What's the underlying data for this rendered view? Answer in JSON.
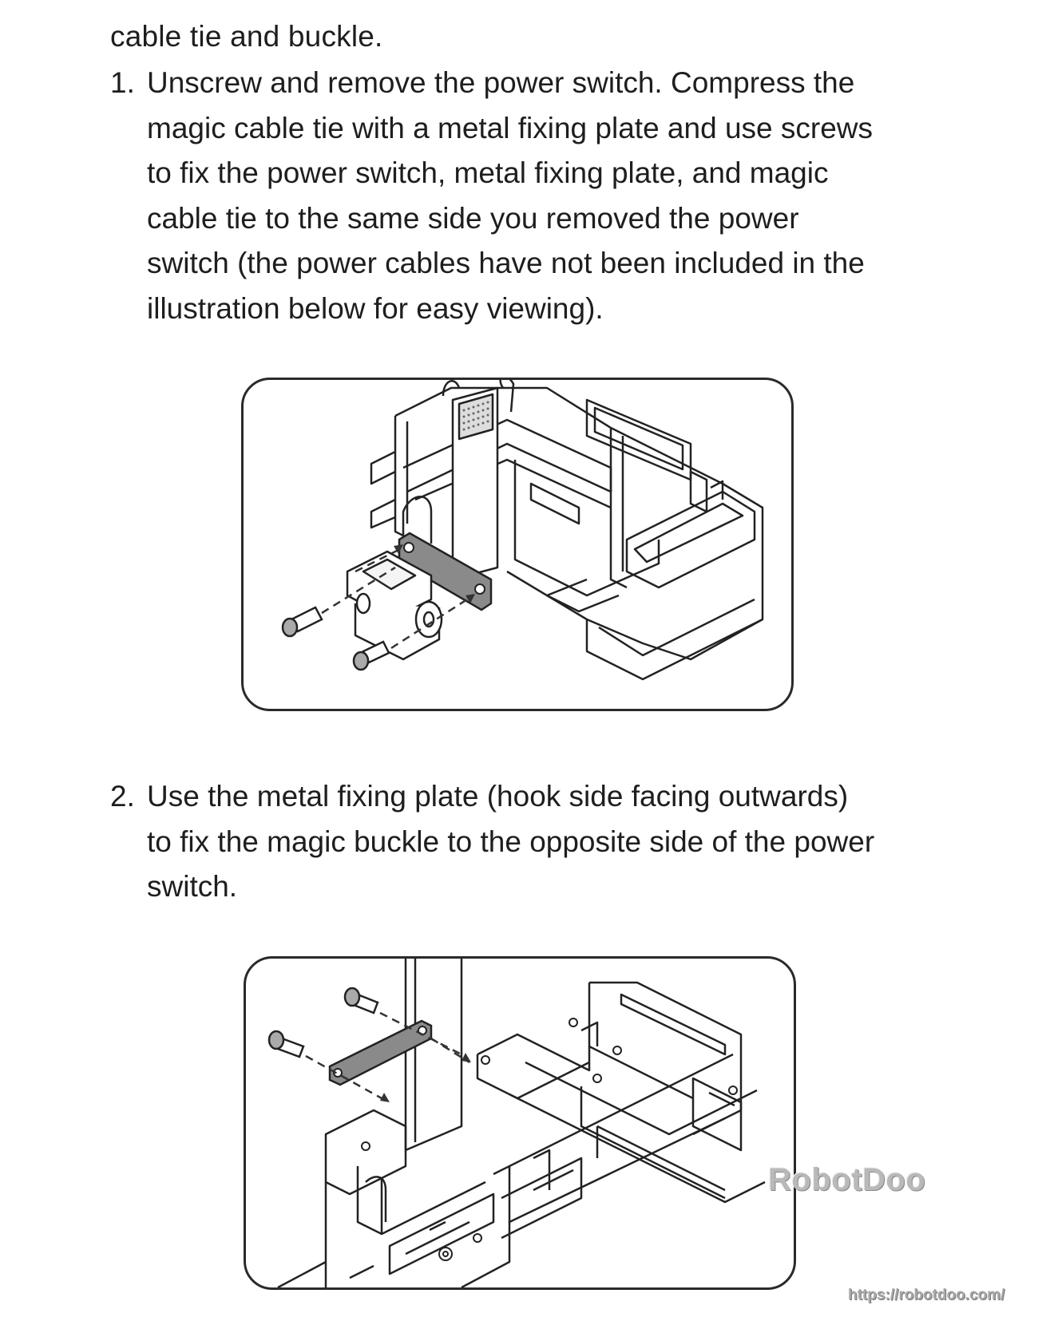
{
  "intro_text": "cable tie and buckle.",
  "steps": [
    {
      "number": "1.",
      "lines": [
        "Unscrew and remove the power switch. Compress the",
        "magic cable tie with a metal fixing plate and use screws",
        "to fix the power switch, metal fixing plate, and magic",
        "cable tie to the same side you removed the power",
        "switch (the power cables have not been included in the",
        "illustration below for easy viewing)."
      ]
    },
    {
      "number": "2.",
      "lines": [
        "Use the metal fixing plate (hook side facing outwards)",
        "to fix the magic buckle to the opposite side of the power",
        "switch."
      ]
    }
  ],
  "watermark": {
    "brand": "RobotDoo",
    "url": "https://robotdoo.com/"
  }
}
